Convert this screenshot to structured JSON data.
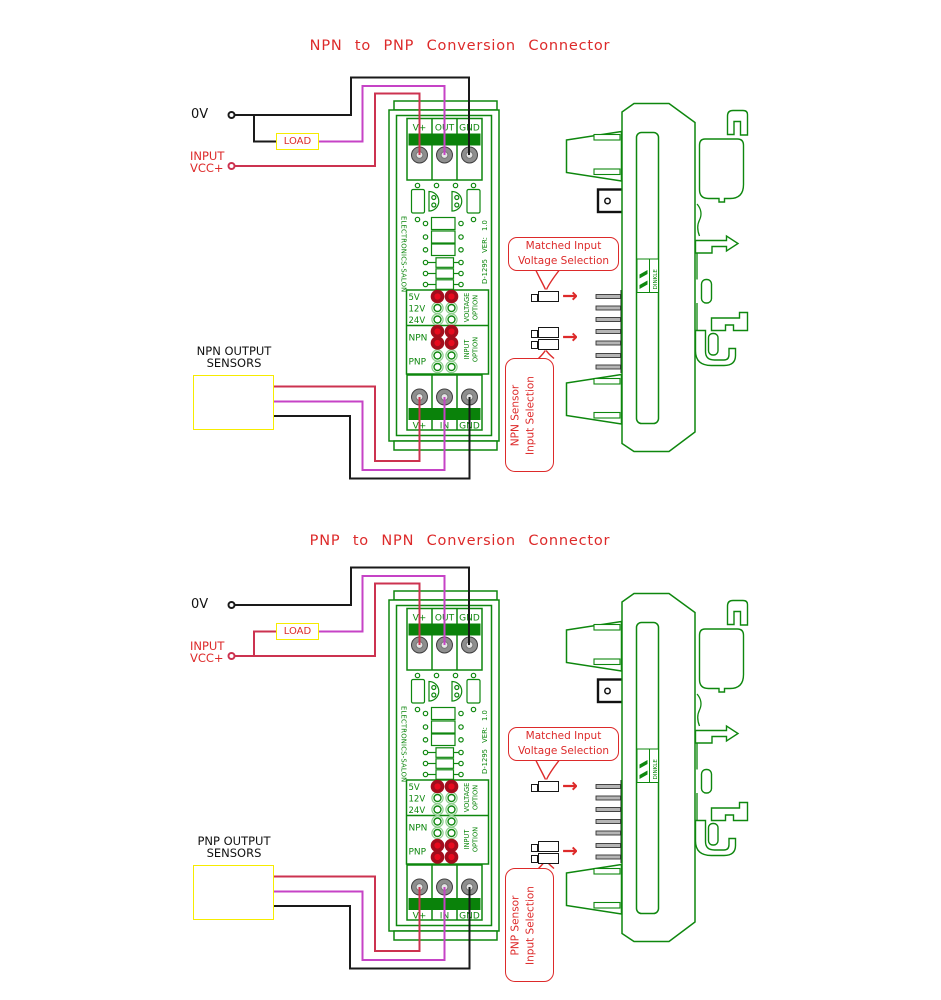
{
  "colors": {
    "pcb_green": "#0e870e",
    "accent_red": "#dd2a2a",
    "wire_red": "#cc3350",
    "wire_magenta": "#c643c6",
    "wire_black": "#1a1a1a",
    "highlight_yellow": "#f6ec00",
    "jumper_dark_red": "#a30d1c",
    "jumper_bright_red": "#e80a1e"
  },
  "icons": {
    "arrow_right": "→"
  },
  "module": {
    "top_terminals": [
      "V+",
      "OUT",
      "GND"
    ],
    "bottom_terminals": [
      "V+",
      "IN",
      "GND"
    ],
    "brand_left": "ELECTRONICS-SALON",
    "brand_right": "D-1295 VER: 1.0",
    "voltage_rows": [
      "5V",
      "12V",
      "24V"
    ],
    "voltage_group_label": {
      "line1": "VOLTAGE",
      "line2": "OPTION"
    },
    "input_rows": [
      "NPN",
      "PNP"
    ],
    "input_group_label": {
      "line1": "INPUT",
      "line2": "OPTION"
    },
    "din_brand": "DINKLE"
  },
  "diagrams": [
    {
      "title": "NPN to PNP Conversion Connector",
      "variant": "npn",
      "labels": {
        "zero_v": "0V",
        "input_line1": "INPUT",
        "input_line2": "VCC+",
        "load": "LOAD",
        "sensor_line1": "NPN OUTPUT",
        "sensor_line2": "SENSORS"
      },
      "callouts": {
        "voltage_line1": "Matched Input",
        "voltage_line2": "Voltage Selection",
        "sensor_line1": "NPN Sensor",
        "sensor_line2": "Input Selection"
      }
    },
    {
      "title": "PNP to NPN Conversion Connector",
      "variant": "pnp",
      "labels": {
        "zero_v": "0V",
        "input_line1": "INPUT",
        "input_line2": "VCC+",
        "load": "LOAD",
        "sensor_line1": "PNP OUTPUT",
        "sensor_line2": "SENSORS"
      },
      "callouts": {
        "voltage_line1": "Matched Input",
        "voltage_line2": "Voltage Selection",
        "sensor_line1": "PNP Sensor",
        "sensor_line2": "Input Selection"
      }
    }
  ]
}
